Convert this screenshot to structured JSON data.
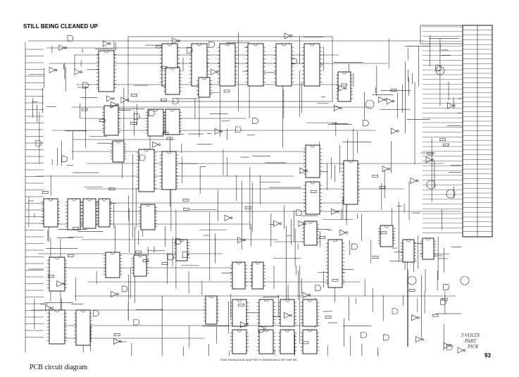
{
  "page": {
    "status_label": "STILL BEING CLEANED UP",
    "caption": "PCB circuit diagram",
    "page_number": "93"
  },
  "notes": {
    "bottom_note": "ROM TRANSLATION: ADAPTOR TO INTERLEAVE & OFF CHIP SEL",
    "side_note_lines": [
      "5-VOLTS",
      "PART",
      "PICK"
    ]
  },
  "colors": {
    "ink": "#111111",
    "paper": "#ffffff"
  }
}
